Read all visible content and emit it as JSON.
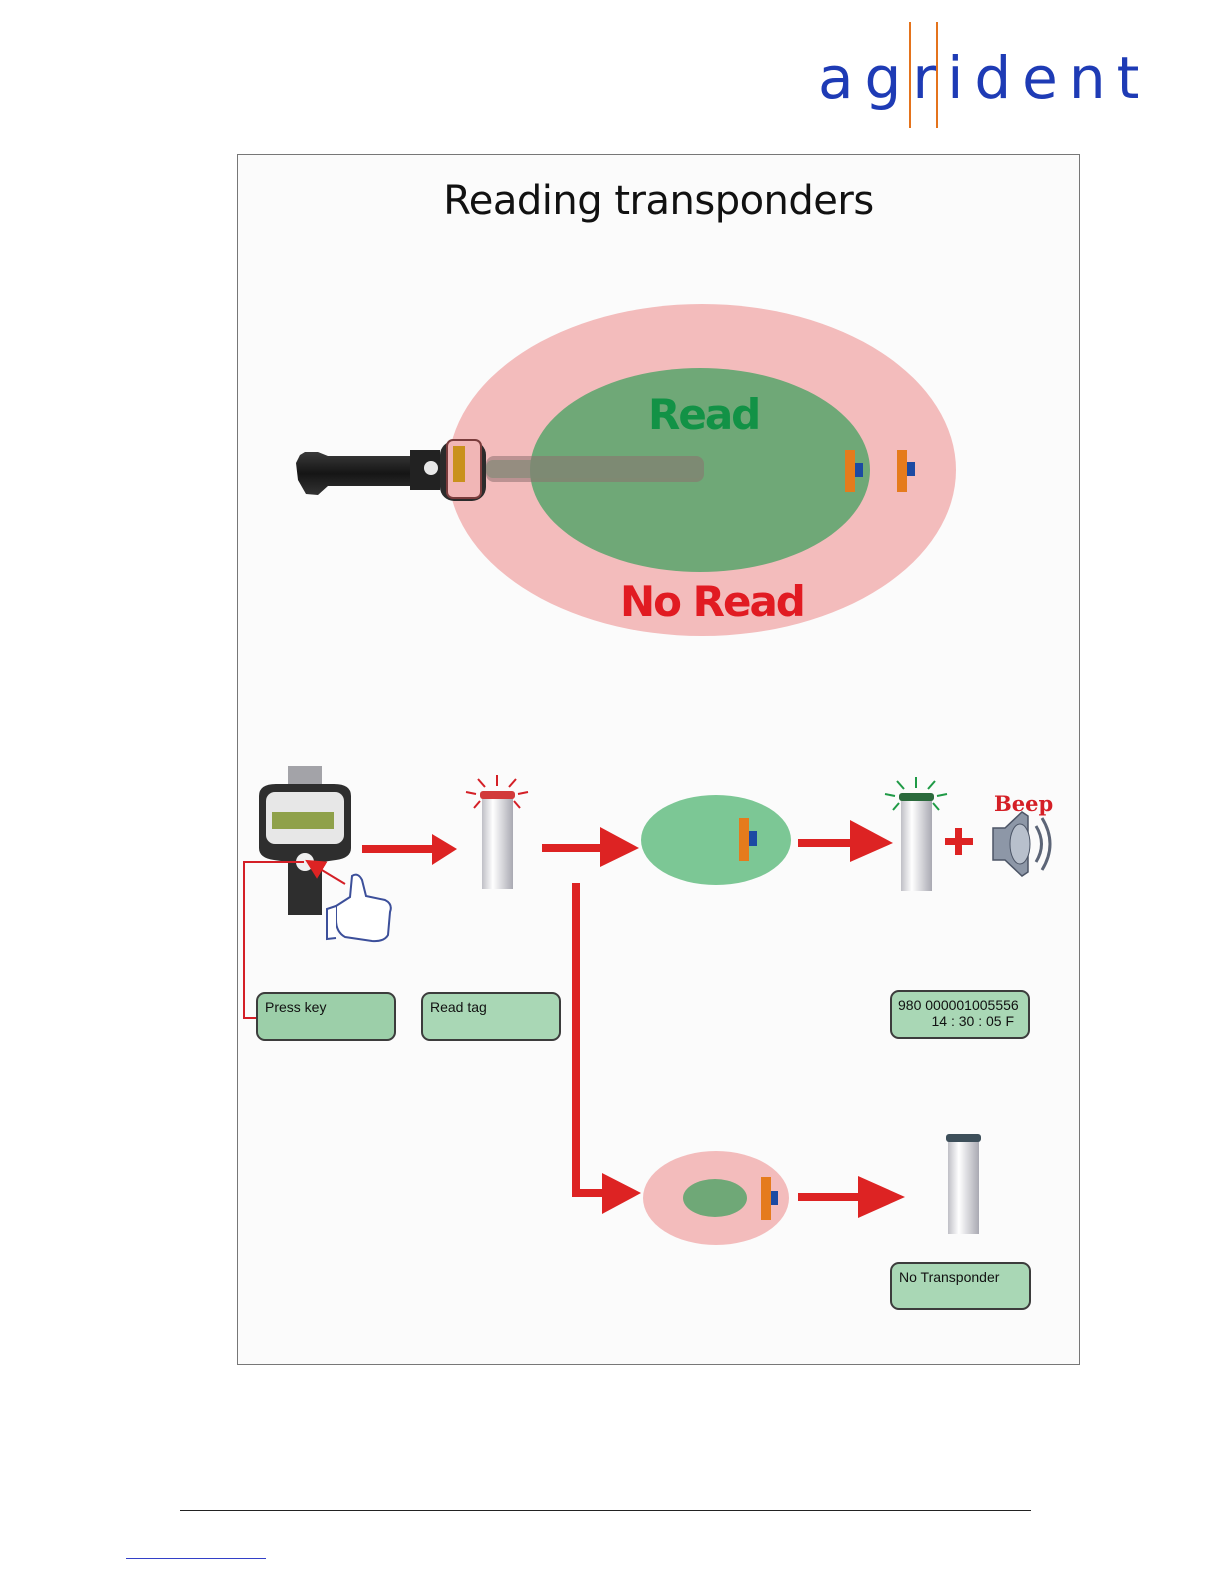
{
  "logo": {
    "text": "agrident"
  },
  "figure": {
    "title": "Reading transponders",
    "labels": {
      "read": "Read",
      "no_read": "No Read",
      "beep": "Beep"
    }
  },
  "boxes": {
    "press_key": "Press key",
    "read_tag": "Read tag",
    "result_line1": "980 000001005556",
    "result_line2": "14 : 30 : 05    F",
    "no_transponder": "No Transponder"
  },
  "colors": {
    "no_read_zone": "#f3bcbc",
    "read_zone": "#6fa877",
    "arrow": "#dd2323",
    "tag_orange": "#e57b1c",
    "tag_blue": "#1c4aa3",
    "logo_blue": "#1e3bb5",
    "logo_orange": "#e4731c"
  }
}
